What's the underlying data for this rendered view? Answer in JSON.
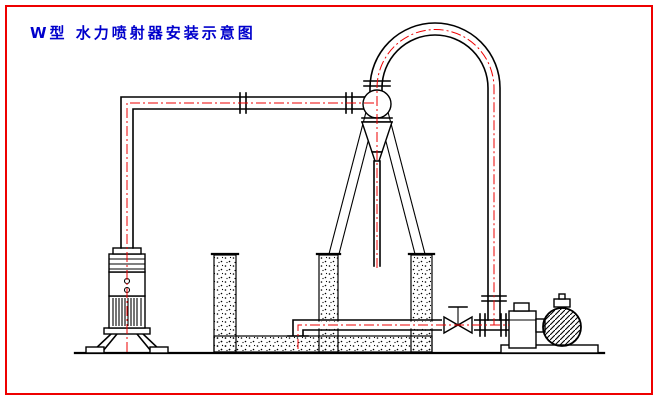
{
  "title": "W型 水力喷射器安装示意图",
  "colors": {
    "background": "#ffffff",
    "border": "#ee0000",
    "title": "#0000cc",
    "line": "#000000",
    "centerline": "#ee0000"
  },
  "components": [
    "vacuum-vessel",
    "supply-pipe",
    "water-ejector",
    "tripod-support",
    "water-tank",
    "suction-pipe",
    "gate-valve",
    "riser-pipe-arc",
    "circulating-pump",
    "electric-motor",
    "ground-line"
  ]
}
